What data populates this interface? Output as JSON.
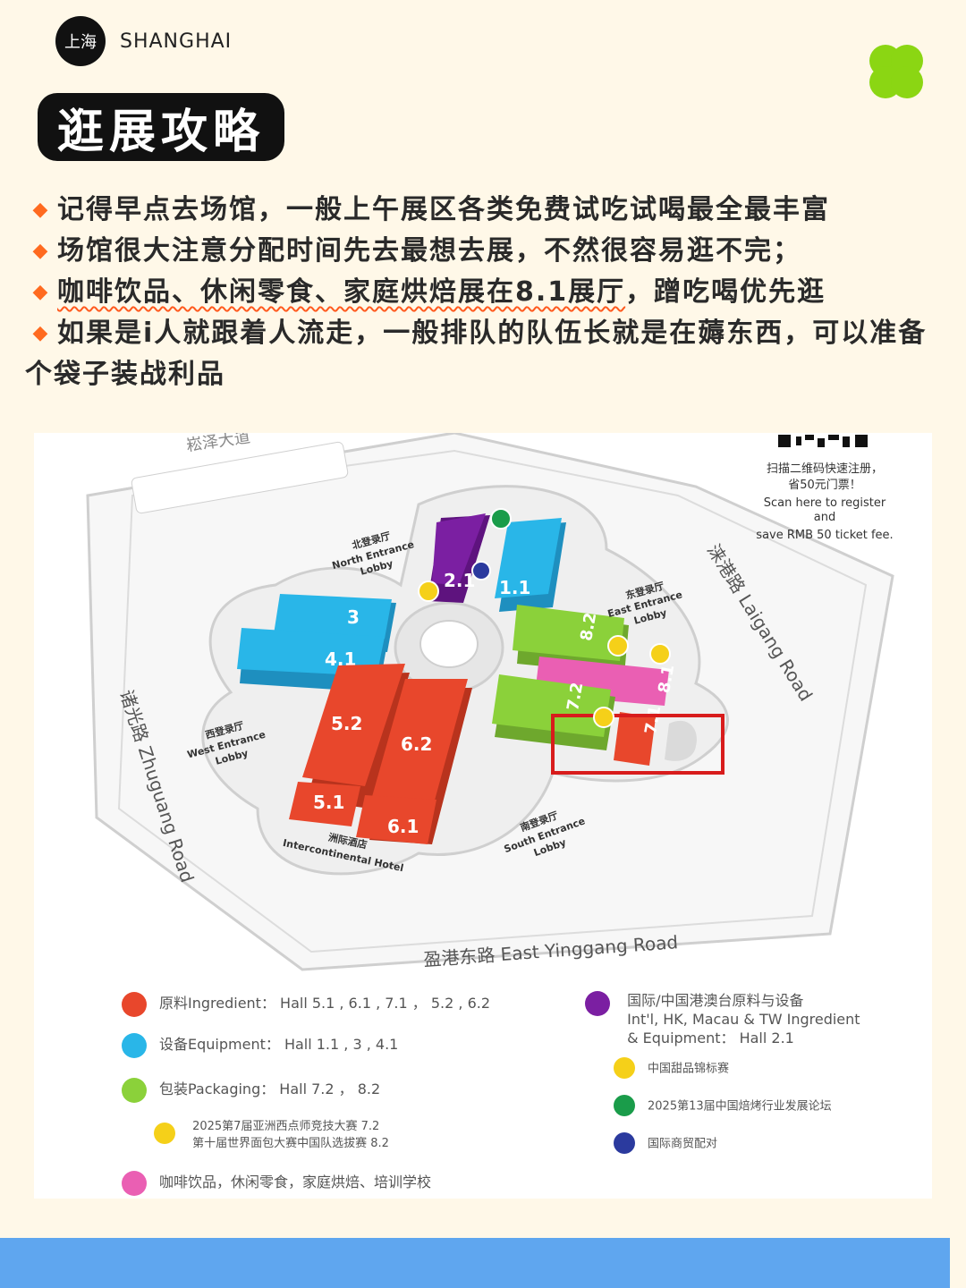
{
  "header": {
    "city_badge": "上海",
    "city_name": "SHANGHAI"
  },
  "title": "逛展攻略",
  "tips": [
    {
      "bullet": "◆",
      "text": "记得早点去场馆，一般上午展区各类免费试吃试喝最全最丰富"
    },
    {
      "bullet": "◆",
      "text": "场馆很大注意分配时间先去最想去展，不然很容易逛不完；"
    },
    {
      "bullet": "◆",
      "text_highlight": "咖啡饮品、休闲零食、家庭烘焙展在8.1展厅",
      "text_rest": "，蹭吃喝优先逛"
    },
    {
      "bullet": "◆",
      "text": "如果是i人就跟着人流走，一般排队的队伍长就是在薅东西，可以准备个袋子装战利品"
    }
  ],
  "map": {
    "top_road": "崧泽大道",
    "qr_note_cn": "扫描二维码快速注册，",
    "qr_note_cn2": "省50元门票！",
    "qr_note_en1": "Scan here to register",
    "qr_note_en2": "and",
    "qr_note_en3": "save RMB 50 ticket fee.",
    "right_road": "涞港路 Laigang Road",
    "left_road": "诸光路 Zhuguang Road",
    "bottom_road": "盈港东路  East Yinggang Road",
    "lobbies": {
      "north_cn": "北登录厅",
      "north_en": "North Entrance",
      "north_en2": "Lobby",
      "east_cn": "东登录厅",
      "east_en": "East Entrance",
      "east_en2": "Lobby",
      "west_cn": "西登录厅",
      "west_en": "West Entrance",
      "west_en2": "Lobby",
      "south_cn": "南登录厅",
      "south_en": "South Entrance",
      "south_en2": "Lobby",
      "hotel_cn": "洲际酒店",
      "hotel_en": "Intercontinental Hotel"
    },
    "halls": [
      {
        "id": "2.1",
        "color": "#7b1fa2"
      },
      {
        "id": "1.1",
        "color": "#29b6e8"
      },
      {
        "id": "3",
        "color": "#29b6e8"
      },
      {
        "id": "4.1",
        "color": "#29b6e8"
      },
      {
        "id": "5.2",
        "color": "#e8472c"
      },
      {
        "id": "6.2",
        "color": "#e8472c"
      },
      {
        "id": "5.1",
        "color": "#e8472c"
      },
      {
        "id": "6.1",
        "color": "#e8472c"
      },
      {
        "id": "8.2",
        "color": "#8bd13a"
      },
      {
        "id": "8.1",
        "color": "#ea5fb3"
      },
      {
        "id": "7.2",
        "color": "#8bd13a"
      },
      {
        "id": "7.1",
        "color": "#e8472c"
      }
    ],
    "highlight_color": "#d81c1c"
  },
  "legend": {
    "ingredient": {
      "color": "#e8472c",
      "text": "原料Ingredient： Hall  5.1 , 6.1 , 7.1 ， 5.2 , 6.2"
    },
    "equipment": {
      "color": "#29b6e8",
      "text": "设备Equipment： Hall  1.1 , 3 , 4.1"
    },
    "packaging": {
      "color": "#8bd13a",
      "text": "包装Packaging： Hall  7.2 ， 8.2"
    },
    "contest_line1": "2025第7届亚洲西点师竞技大赛 7.2",
    "contest_line2": "第十届世界面包大赛中国队选拔赛 8.2",
    "coffee": {
      "color": "#ea5fb3",
      "text": "咖啡饮品，休闲零食，家庭烘焙、培训学校"
    },
    "intl": {
      "color": "#7b1fa2",
      "line1": "国际/中国港澳台原料与设备",
      "line2": "Int'l, HK, Macau & TW Ingredient",
      "line3": "& Equipment： Hall  2.1"
    },
    "dessert": "中国甜品锦标赛",
    "forum": "2025第13届中国焙烤行业发展论坛",
    "trade": "国际商贸配对"
  }
}
